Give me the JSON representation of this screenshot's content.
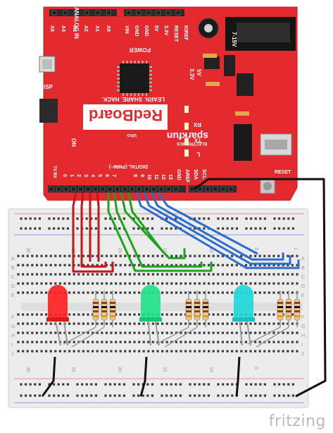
{
  "board": {
    "name": "RedBoard",
    "tagline": "LEARN. SHARE. HACK.",
    "brand": "sparkfun",
    "brand_sub": "ELECTRONICS",
    "version": "Uno",
    "analog_header": "ANALOG IN",
    "power_header": "POWER",
    "digital_header": "DIGITAL (PWM~)",
    "isp": "ISP",
    "on": "ON",
    "reset": "RESET",
    "ioref": "IOREF",
    "voltage": "7-15V",
    "v33": "3.3V",
    "v5": "5V",
    "rx": "RX",
    "tx": "TX",
    "txrx": "TX RX",
    "l": "L",
    "analog_pins": [
      "A5",
      "A4",
      "A3",
      "A2",
      "A1",
      "A0"
    ],
    "power_pins": [
      "VIN",
      "GND",
      "GND",
      "5V",
      "3.3V",
      "RESET"
    ],
    "digital_pins": [
      "0",
      "1",
      "2",
      "3",
      "4",
      "5",
      "6",
      "7",
      "8",
      "9",
      "10",
      "11",
      "12",
      "13",
      "GND",
      "AREF",
      "SDA",
      "SCL"
    ]
  },
  "breadboard": {
    "row_numbers": [
      "30",
      "25",
      "20",
      "15",
      "10",
      "5",
      "1"
    ],
    "row_letters_left": [
      "J",
      "I",
      "H",
      "G",
      "F",
      "E",
      "D",
      "C",
      "B",
      "A"
    ],
    "row_letters_right": [
      "A",
      "B",
      "C",
      "D",
      "E",
      "F",
      "G",
      "H",
      "I",
      "J"
    ]
  },
  "leds": [
    {
      "name": "red-led",
      "color": "#ff2222"
    },
    {
      "name": "green-led",
      "color": "#1fe28a"
    },
    {
      "name": "cyan-led",
      "color": "#21d8d8"
    }
  ],
  "wire_colors": {
    "red": "#c71515",
    "green": "#1aa51a",
    "blue": "#2b6ccf",
    "black": "#111111"
  },
  "app": {
    "logo": "fritzing"
  }
}
